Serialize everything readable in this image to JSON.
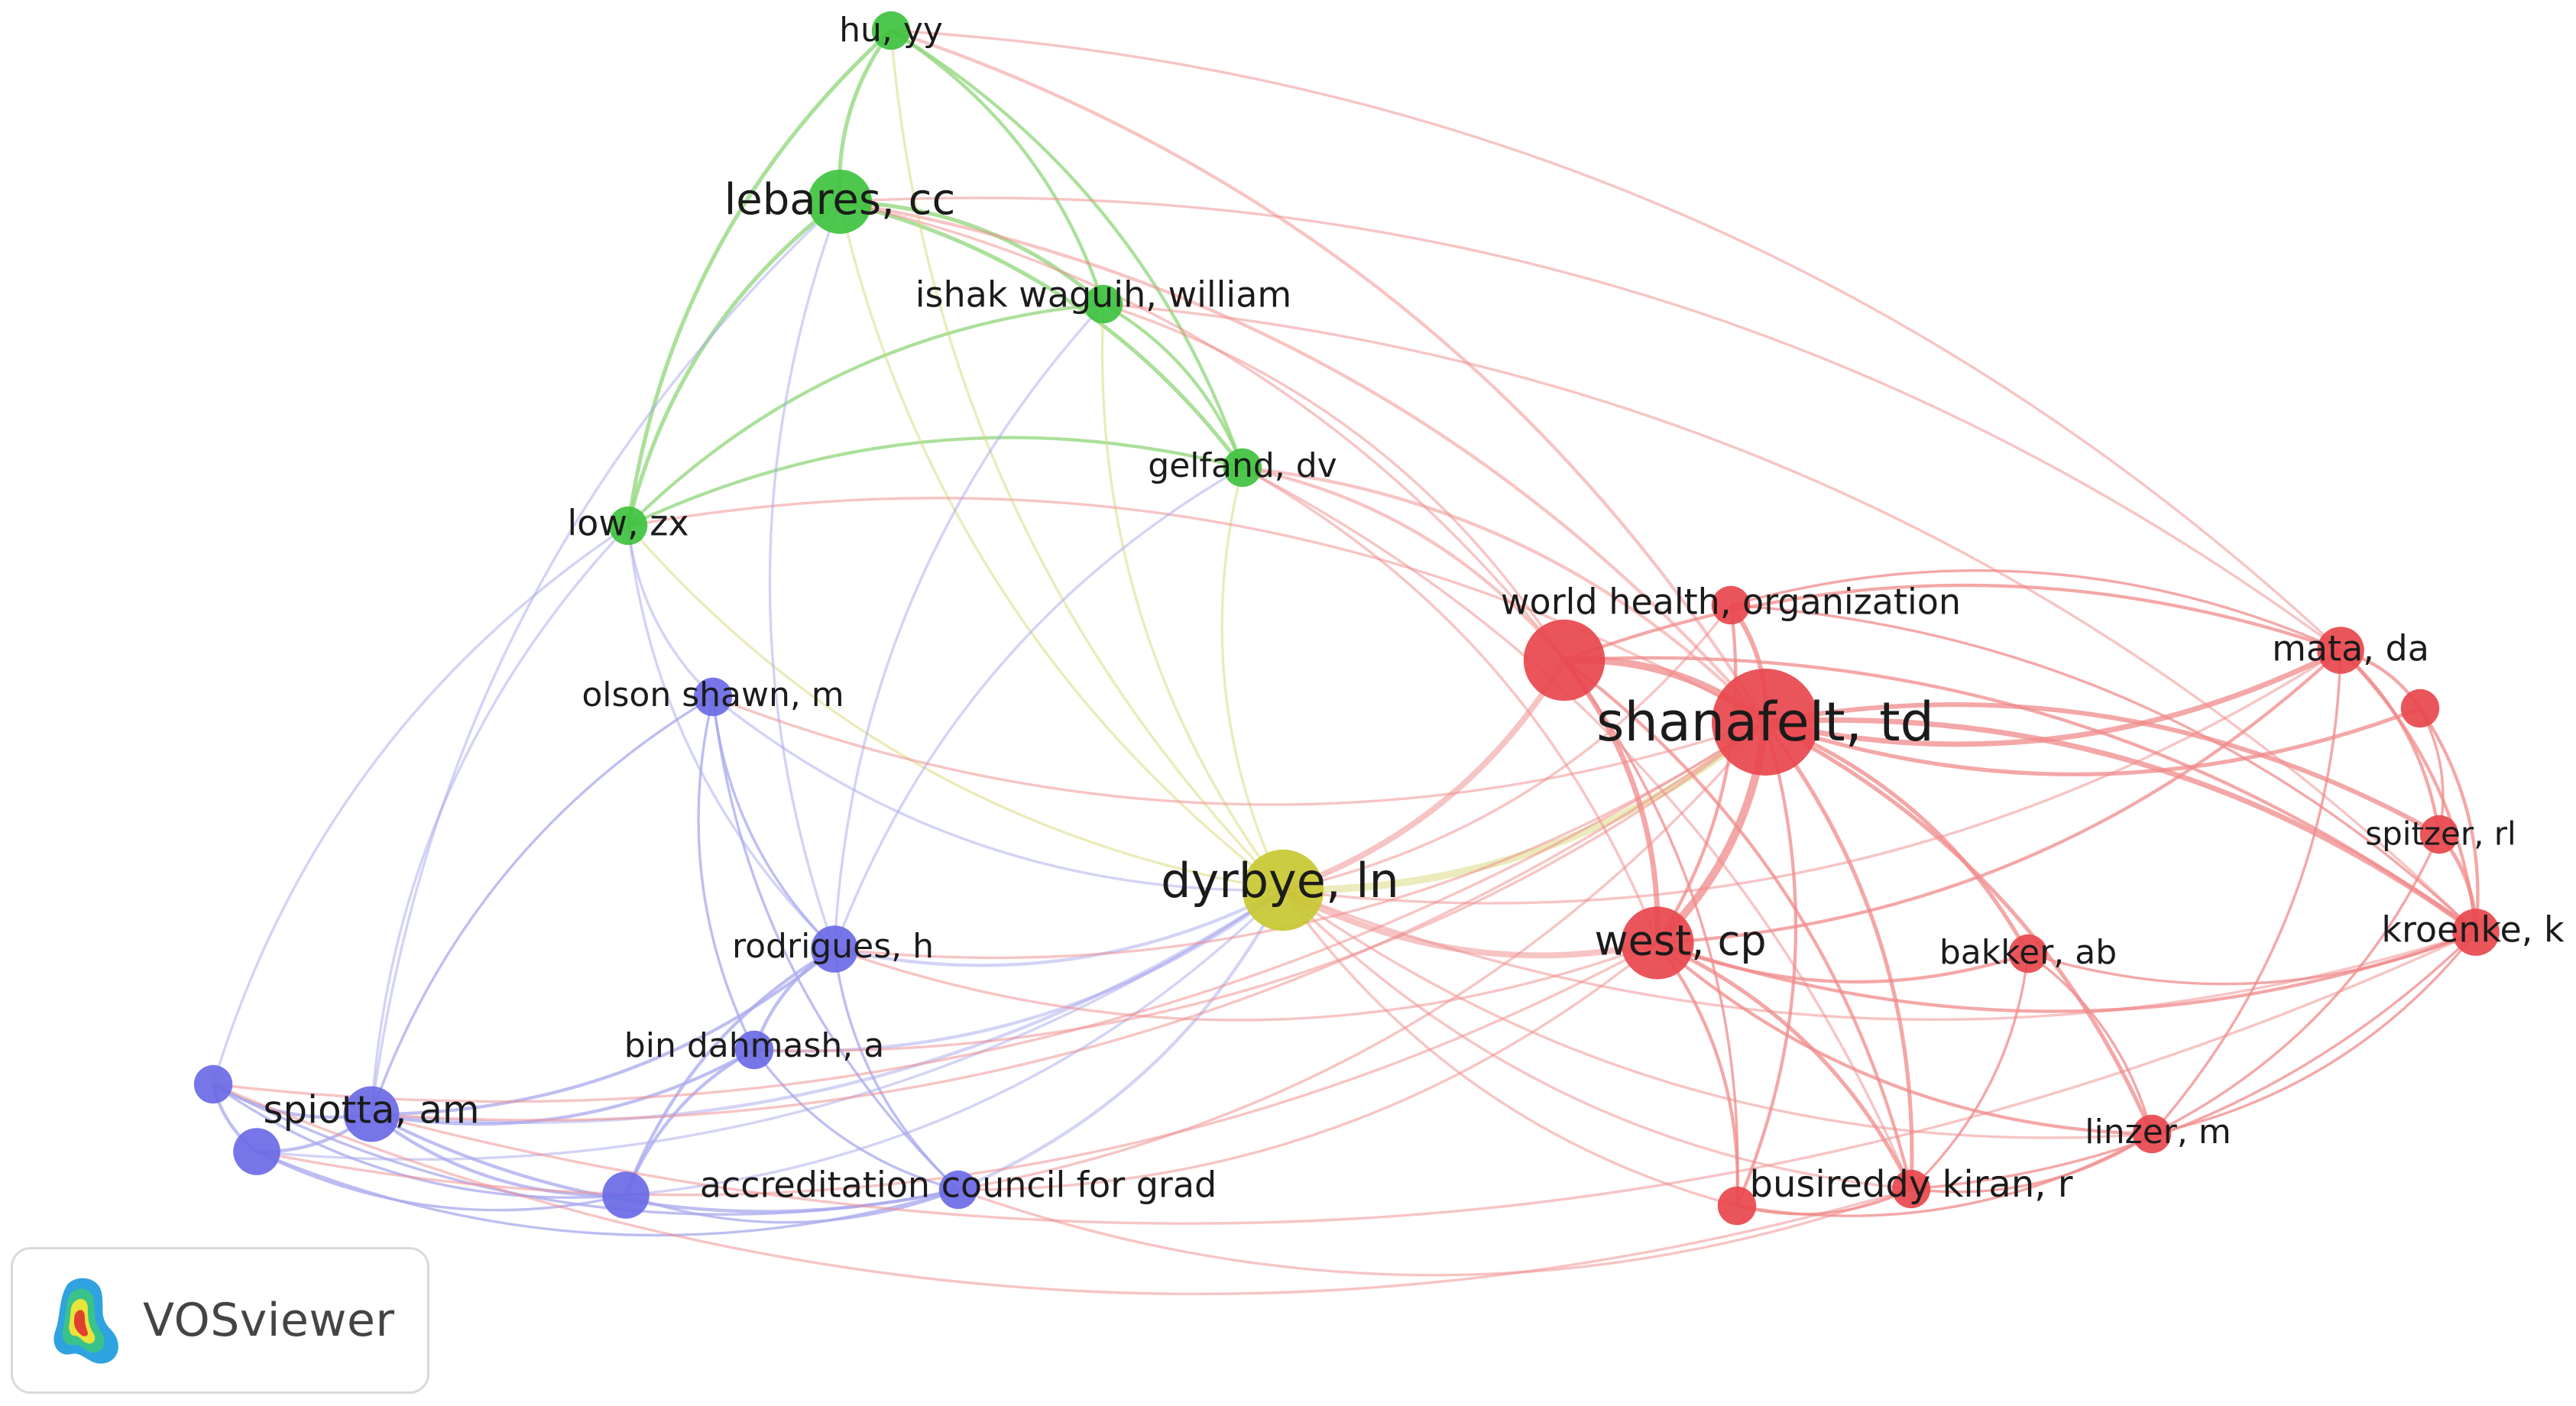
{
  "app": {
    "name": "VOSviewer"
  },
  "clusters": [
    {
      "id": "red",
      "color": "#e8474d",
      "edge_color": "#f08a8a"
    },
    {
      "id": "green",
      "color": "#3ec23e",
      "edge_color": "#8fd67a"
    },
    {
      "id": "blue",
      "color": "#6a6ae6",
      "edge_color": "#a8a8ee"
    },
    {
      "id": "yellow",
      "color": "#c8c832",
      "edge_color": "#d8d878"
    }
  ],
  "nodes": [
    {
      "id": "shanafelt",
      "label": "shanafelt, td",
      "cluster": "red",
      "weight": 10
    },
    {
      "id": "who",
      "label": "world health, organization",
      "cluster": "red",
      "weight": 2
    },
    {
      "id": "red-big",
      "label": "",
      "cluster": "red",
      "weight": 7
    },
    {
      "id": "west",
      "label": "west, cp",
      "cluster": "red",
      "weight": 6
    },
    {
      "id": "mata",
      "label": "mata, da",
      "cluster": "red",
      "weight": 3
    },
    {
      "id": "red-small",
      "label": "",
      "cluster": "red",
      "weight": 2
    },
    {
      "id": "spitzer",
      "label": "spitzer, rl",
      "cluster": "red",
      "weight": 2
    },
    {
      "id": "kroenke",
      "label": "kroenke, k",
      "cluster": "red",
      "weight": 3
    },
    {
      "id": "bakker",
      "label": "bakker, ab",
      "cluster": "red",
      "weight": 2
    },
    {
      "id": "linzer",
      "label": "linzer, m",
      "cluster": "red",
      "weight": 2
    },
    {
      "id": "busireddy",
      "label": "busireddy kiran, r",
      "cluster": "red",
      "weight": 2
    },
    {
      "id": "red-bottom",
      "label": "",
      "cluster": "red",
      "weight": 2
    },
    {
      "id": "huyy",
      "label": "hu, yy",
      "cluster": "green",
      "weight": 2
    },
    {
      "id": "lebares",
      "label": "lebares, cc",
      "cluster": "green",
      "weight": 5
    },
    {
      "id": "ishak",
      "label": "ishak waguih, william",
      "cluster": "green",
      "weight": 2
    },
    {
      "id": "gelfand",
      "label": "gelfand, dv",
      "cluster": "green",
      "weight": 2
    },
    {
      "id": "low",
      "label": "low, zx",
      "cluster": "green",
      "weight": 2
    },
    {
      "id": "dyrbye",
      "label": "dyrbye, ln",
      "cluster": "yellow",
      "weight": 7
    },
    {
      "id": "olson",
      "label": "olson shawn, m",
      "cluster": "blue",
      "weight": 2
    },
    {
      "id": "rodrigues",
      "label": "rodrigues, h",
      "cluster": "blue",
      "weight": 3
    },
    {
      "id": "bin",
      "label": "bin dahmash, a",
      "cluster": "blue",
      "weight": 2
    },
    {
      "id": "spiotta",
      "label": "spiotta, am",
      "cluster": "blue",
      "weight": 4
    },
    {
      "id": "acgme",
      "label": "accreditation council for grad",
      "cluster": "blue",
      "weight": 2
    },
    {
      "id": "blue-a",
      "label": "",
      "cluster": "blue",
      "weight": 2
    },
    {
      "id": "blue-b",
      "label": "",
      "cluster": "blue",
      "weight": 3
    },
    {
      "id": "blue-c",
      "label": "",
      "cluster": "blue",
      "weight": 3
    }
  ],
  "links": [
    [
      "shanafelt",
      "west",
      10
    ],
    [
      "shanafelt",
      "red-big",
      9
    ],
    [
      "shanafelt",
      "dyrbye",
      9
    ],
    [
      "dyrbye",
      "red-big",
      7
    ],
    [
      "dyrbye",
      "west",
      7
    ],
    [
      "red-big",
      "west",
      6
    ],
    [
      "shanafelt",
      "who",
      5
    ],
    [
      "shanafelt",
      "mata",
      6
    ],
    [
      "shanafelt",
      "kroenke",
      6
    ],
    [
      "shanafelt",
      "spitzer",
      5
    ],
    [
      "shanafelt",
      "red-small",
      4
    ],
    [
      "shanafelt",
      "bakker",
      4
    ],
    [
      "shanafelt",
      "linzer",
      4
    ],
    [
      "shanafelt",
      "busireddy",
      4
    ],
    [
      "shanafelt",
      "red-bottom",
      3
    ],
    [
      "west",
      "busireddy",
      4
    ],
    [
      "west",
      "linzer",
      3
    ],
    [
      "west",
      "bakker",
      3
    ],
    [
      "west",
      "red-bottom",
      3
    ],
    [
      "west",
      "mata",
      3
    ],
    [
      "west",
      "kroenke",
      3
    ],
    [
      "red-big",
      "mata",
      3
    ],
    [
      "red-big",
      "kroenke",
      3
    ],
    [
      "red-big",
      "busireddy",
      3
    ],
    [
      "red-big",
      "red-bottom",
      2
    ],
    [
      "mata",
      "red-small",
      3
    ],
    [
      "mata",
      "spitzer",
      3
    ],
    [
      "mata",
      "kroenke",
      3
    ],
    [
      "red-small",
      "kroenke",
      3
    ],
    [
      "red-small",
      "spitzer",
      2
    ],
    [
      "spitzer",
      "kroenke",
      4
    ],
    [
      "kroenke",
      "linzer",
      2
    ],
    [
      "kroenke",
      "bakker",
      2
    ],
    [
      "kroenke",
      "busireddy",
      2
    ],
    [
      "bakker",
      "linzer",
      2
    ],
    [
      "linzer",
      "busireddy",
      2
    ],
    [
      "busireddy",
      "red-bottom",
      2
    ],
    [
      "who",
      "mata",
      2
    ],
    [
      "who",
      "kroenke",
      2
    ],
    [
      "who",
      "west",
      3
    ],
    [
      "red-bottom",
      "linzer",
      2
    ],
    [
      "bakker",
      "busireddy",
      2
    ],
    [
      "mata",
      "linzer",
      2
    ],
    [
      "spitzer",
      "linzer",
      2
    ],
    [
      "huyy",
      "lebares",
      4
    ],
    [
      "huyy",
      "ishak",
      3
    ],
    [
      "huyy",
      "gelfand",
      3
    ],
    [
      "huyy",
      "low",
      4
    ],
    [
      "lebares",
      "ishak",
      4
    ],
    [
      "lebares",
      "gelfand",
      4
    ],
    [
      "lebares",
      "low",
      4
    ],
    [
      "ishak",
      "gelfand",
      3
    ],
    [
      "low",
      "gelfand",
      3
    ],
    [
      "low",
      "ishak",
      3
    ],
    [
      "huyy",
      "shanafelt",
      3
    ],
    [
      "lebares",
      "shanafelt",
      3
    ],
    [
      "huyy",
      "mata",
      2
    ],
    [
      "lebares",
      "red-big",
      2
    ],
    [
      "ishak",
      "red-big",
      2
    ],
    [
      "gelfand",
      "red-big",
      3
    ],
    [
      "gelfand",
      "shanafelt",
      3
    ],
    [
      "gelfand",
      "west",
      2
    ],
    [
      "gelfand",
      "dyrbye",
      2
    ],
    [
      "ishak",
      "dyrbye",
      2
    ],
    [
      "lebares",
      "dyrbye",
      2
    ],
    [
      "low",
      "dyrbye",
      2
    ],
    [
      "low",
      "shanafelt",
      2
    ],
    [
      "lebares",
      "mata",
      2
    ],
    [
      "ishak",
      "kroenke",
      2
    ],
    [
      "huyy",
      "dyrbye",
      2
    ],
    [
      "gelfand",
      "busireddy",
      2
    ],
    [
      "low",
      "rodrigues",
      2
    ],
    [
      "low",
      "spiotta",
      2
    ],
    [
      "low",
      "blue-a",
      2
    ],
    [
      "lebares",
      "spiotta",
      2
    ],
    [
      "lebares",
      "rodrigues",
      2
    ],
    [
      "ishak",
      "rodrigues",
      2
    ],
    [
      "gelfand",
      "rodrigues",
      2
    ],
    [
      "low",
      "olson",
      2
    ],
    [
      "dyrbye",
      "rodrigues",
      3
    ],
    [
      "dyrbye",
      "bin",
      3
    ],
    [
      "dyrbye",
      "spiotta",
      3
    ],
    [
      "dyrbye",
      "acgme",
      3
    ],
    [
      "dyrbye",
      "blue-c",
      2
    ],
    [
      "dyrbye",
      "blue-b",
      2
    ],
    [
      "dyrbye",
      "busireddy",
      2
    ],
    [
      "dyrbye",
      "kroenke",
      2
    ],
    [
      "dyrbye",
      "linzer",
      2
    ],
    [
      "dyrbye",
      "red-bottom",
      2
    ],
    [
      "dyrbye",
      "mata",
      2
    ],
    [
      "dyrbye",
      "who",
      2
    ],
    [
      "dyrbye",
      "olson",
      2
    ],
    [
      "olson",
      "rodrigues",
      2
    ],
    [
      "olson",
      "bin",
      2
    ],
    [
      "olson",
      "acgme",
      2
    ],
    [
      "olson",
      "spiotta",
      2
    ],
    [
      "rodrigues",
      "bin",
      3
    ],
    [
      "rodrigues",
      "spiotta",
      3
    ],
    [
      "rodrigues",
      "blue-c",
      3
    ],
    [
      "rodrigues",
      "acgme",
      2
    ],
    [
      "bin",
      "spiotta",
      3
    ],
    [
      "bin",
      "blue-c",
      3
    ],
    [
      "bin",
      "acgme",
      2
    ],
    [
      "spiotta",
      "blue-a",
      3
    ],
    [
      "spiotta",
      "blue-b",
      3
    ],
    [
      "spiotta",
      "blue-c",
      3
    ],
    [
      "spiotta",
      "acgme",
      3
    ],
    [
      "blue-a",
      "blue-b",
      3
    ],
    [
      "blue-a",
      "blue-c",
      2
    ],
    [
      "blue-b",
      "blue-c",
      2
    ],
    [
      "blue-a",
      "acgme",
      2
    ],
    [
      "blue-b",
      "acgme",
      2
    ],
    [
      "blue-c",
      "acgme",
      2
    ],
    [
      "acgme",
      "shanafelt",
      2
    ],
    [
      "acgme",
      "west",
      2
    ],
    [
      "rodrigues",
      "shanafelt",
      2
    ],
    [
      "spiotta",
      "shanafelt",
      2
    ],
    [
      "bin",
      "shanafelt",
      2
    ],
    [
      "blue-a",
      "shanafelt",
      2
    ],
    [
      "olson",
      "shanafelt",
      2
    ],
    [
      "acgme",
      "busireddy",
      2
    ],
    [
      "blue-b",
      "west",
      2
    ],
    [
      "spiotta",
      "kroenke",
      2
    ],
    [
      "rodrigues",
      "west",
      2
    ],
    [
      "blue-a",
      "busireddy",
      2
    ]
  ]
}
